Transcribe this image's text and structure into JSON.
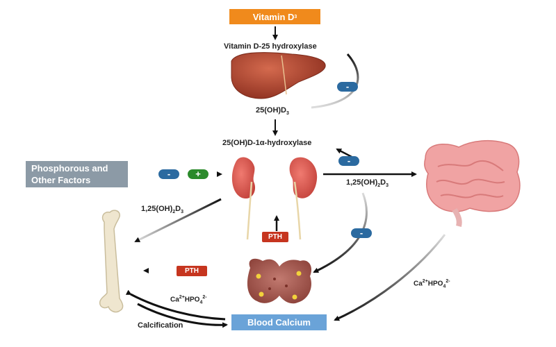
{
  "nodes": {
    "vitamin_d3": {
      "text": "Vitamin D",
      "sub": "3"
    },
    "phosphorous": {
      "line1": "Phosphorous and",
      "line2": "Other Factors"
    },
    "blood_calcium": "Blood  Calcium"
  },
  "labels": {
    "hydroxylase25": "Vitamin D-25 hydroxylase",
    "oh_d3": {
      "pre": "25(OH)D",
      "sub": "3"
    },
    "one_alpha_hydroxylase": "25(OH)D-1α-hydroxylase",
    "calcitriol_right": {
      "pre": "1,25(OH)",
      "sub1": "2",
      "mid": "D",
      "sub2": "3"
    },
    "calcitriol_left": {
      "pre": "1,25(OH)",
      "sub1": "2",
      "mid": "D",
      "sub2": "3"
    },
    "ca_hpo4_left": {
      "pre": "Ca",
      "sup1": "2+",
      "mid": "HPO",
      "sub": "4",
      "sup2": "2-"
    },
    "ca_hpo4_right": {
      "pre": "Ca",
      "sup1": "2+",
      "mid": "HPO",
      "sub": "4",
      "sup2": "2-"
    },
    "calcification": "Calcification"
  },
  "pth": {
    "up": "PTH",
    "left": "PTH"
  },
  "signs": {
    "minus": "-",
    "plus": "+"
  },
  "colors": {
    "vitamin_box": "#f08a1c",
    "factors_box": "#8c9aa6",
    "calcium_box": "#6aa3d8",
    "pth_box": "#c6351f",
    "inhibit": "#2b6aa0",
    "stimulate": "#2b8a2b",
    "liver": "#b5472f",
    "kidney": "#e0584f",
    "intestine": "#f0a3a3",
    "bone": "#efe6cf",
    "parathyroid": "#a85a52"
  }
}
